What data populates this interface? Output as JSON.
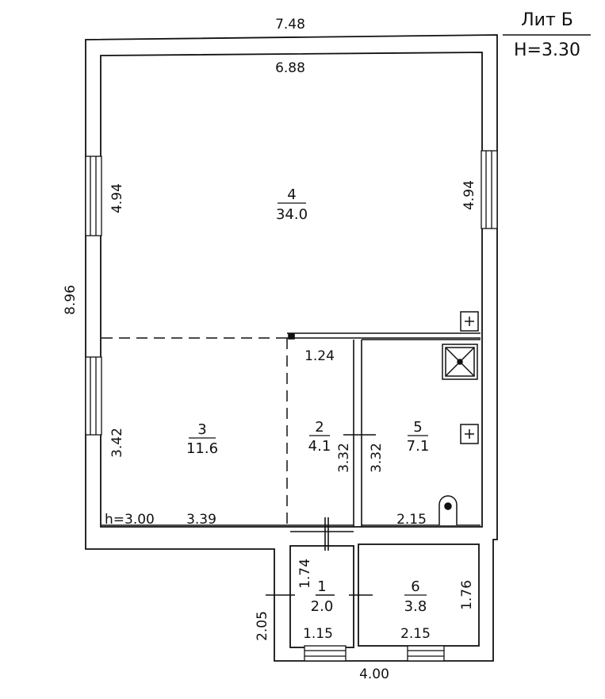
{
  "header": {
    "building": "Лит Б",
    "height": "Н=3.30"
  },
  "note": {
    "ceiling": "h=3.00"
  },
  "dimensions": {
    "outer_top": "7.48",
    "outer_left": "8.96",
    "room4_width": "6.88",
    "room4_left": "4.94",
    "room4_right": "4.94",
    "room3_left": "3.42",
    "room3_bottom": "3.39",
    "room2_top": "1.24",
    "room2_right": "3.32",
    "room5_left": "3.32",
    "room5_bottom": "2.15",
    "room1_height": "1.74",
    "room1_outer": "2.05",
    "room1_bottom": "1.15",
    "room6_right": "1.76",
    "room6_bottom": "2.15",
    "annex_bottom": "4.00"
  },
  "rooms": [
    {
      "number": "4",
      "area": "34.0"
    },
    {
      "number": "3",
      "area": "11.6"
    },
    {
      "number": "2",
      "area": "4.1"
    },
    {
      "number": "5",
      "area": "7.1"
    },
    {
      "number": "1",
      "area": "2.0"
    },
    {
      "number": "6",
      "area": "3.8"
    }
  ],
  "colors": {
    "line": "#111111",
    "background": "#ffffff"
  }
}
